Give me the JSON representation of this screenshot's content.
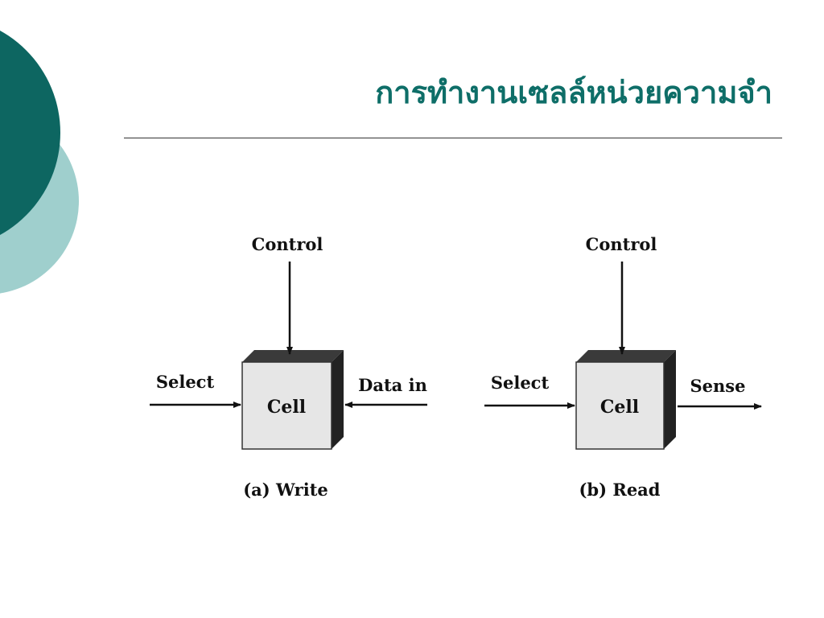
{
  "slide": {
    "title": "การทำงานเซลล์หน่วยความจำ"
  },
  "colors": {
    "title": "#0e6e68",
    "circle_dark": "#0d6661",
    "circle_light": "#9fcfcd",
    "cell_face": "#e6e6e6",
    "cell_edge": "#333333"
  },
  "icons": {
    "decor": "overlapping-teal-circles"
  },
  "diagrams": [
    {
      "id": "write",
      "caption": "(a) Write",
      "cell_label": "Cell",
      "control_label": "Control",
      "select_label": "Select",
      "right_label": "Data in",
      "right_arrow_direction": "into-cell"
    },
    {
      "id": "read",
      "caption": "(b) Read",
      "cell_label": "Cell",
      "control_label": "Control",
      "select_label": "Select",
      "right_label": "Sense",
      "right_arrow_direction": "out-of-cell"
    }
  ]
}
